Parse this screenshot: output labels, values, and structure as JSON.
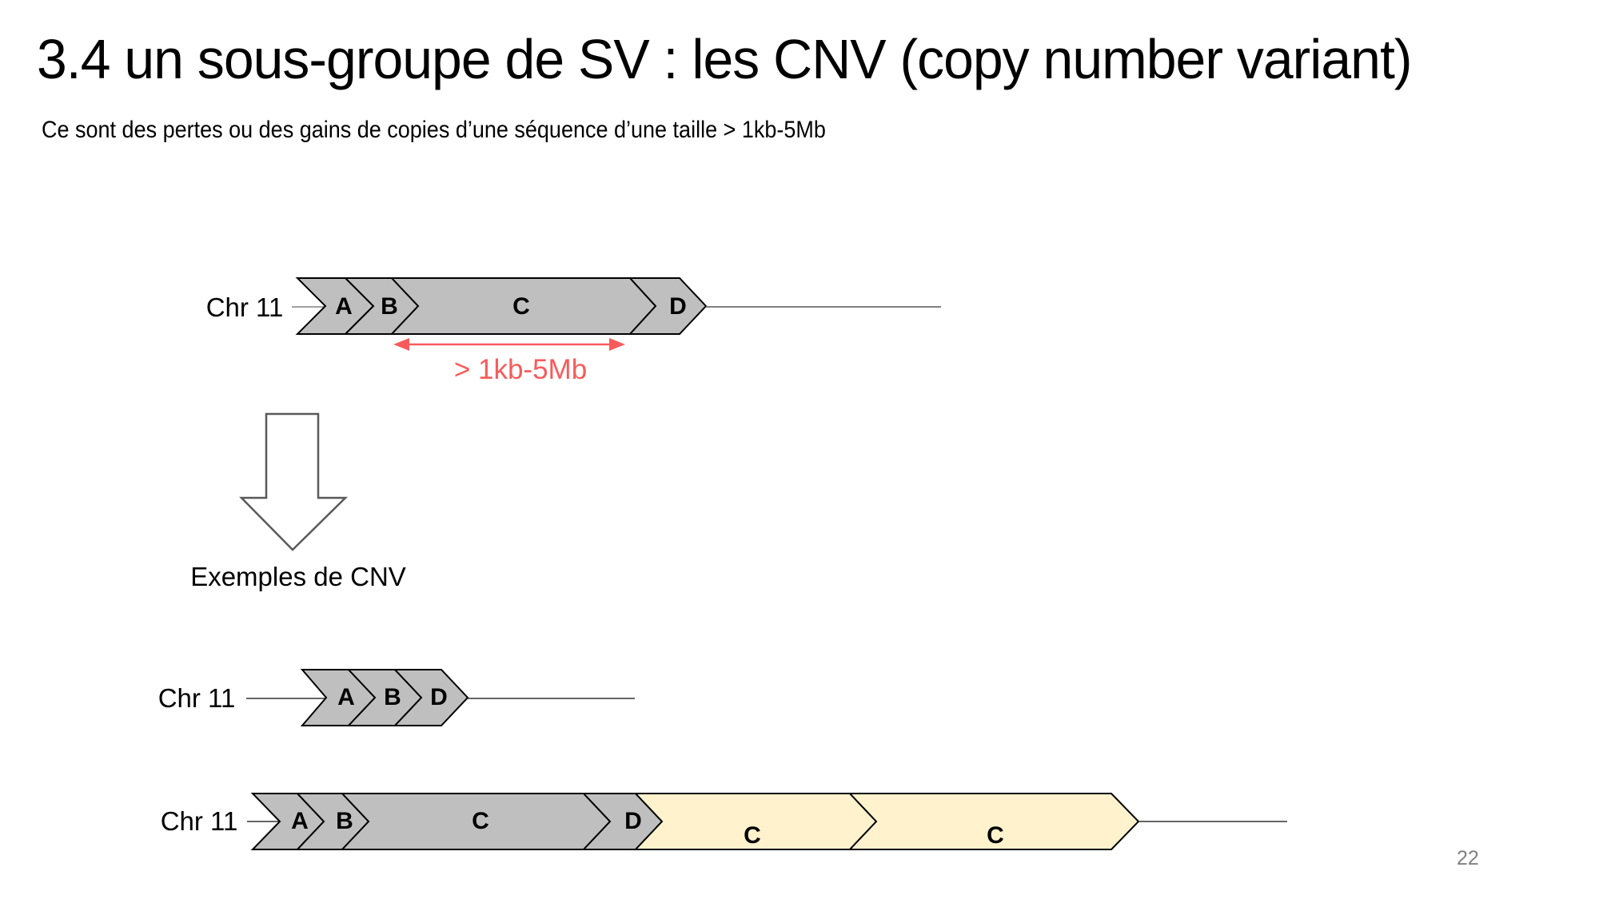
{
  "slide": {
    "title": "3.4 un sous-groupe de SV : les CNV (copy number variant)",
    "subtitle": "Ce sont des pertes ou des gains de copies d’une séquence d’une taille > 1kb-5Mb",
    "page_number": "22"
  },
  "colors": {
    "segment_gray": "#BFBFBF",
    "segment_yellow": "#FFF2CC",
    "accent_red": "#F85B5B",
    "line_gray": "#808080",
    "line_dark": "#333333"
  },
  "diagram": {
    "original": {
      "chromosome_label": "Chr 11",
      "segments": [
        "A",
        "B",
        "C",
        "D"
      ],
      "size_annotation": "> 1kb-5Mb"
    },
    "examples_label": "Exemples de CNV",
    "deletion_example": {
      "chromosome_label": "Chr 11",
      "segments": [
        "A",
        "B",
        "D"
      ]
    },
    "duplication_example": {
      "chromosome_label": "Chr 11",
      "segments": [
        "A",
        "B",
        "C",
        "D",
        "C",
        "C"
      ]
    }
  }
}
